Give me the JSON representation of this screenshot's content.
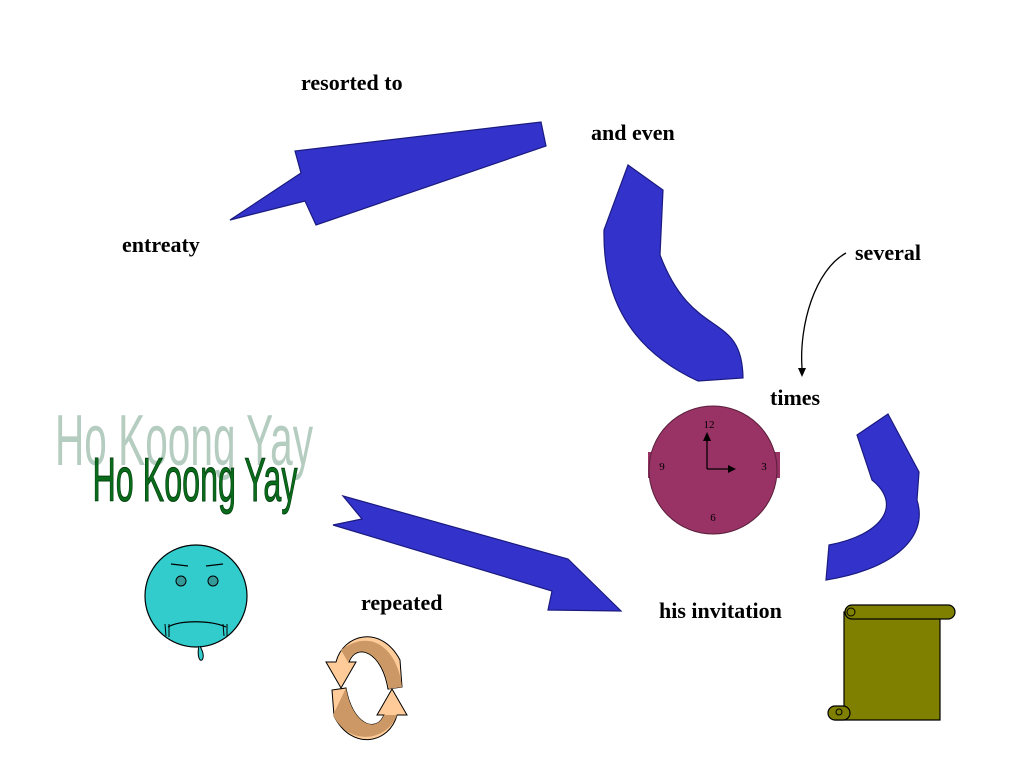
{
  "labels": {
    "resorted_to": "resorted to",
    "and_even": "and even",
    "entreaty": "entreaty",
    "several": "several",
    "times": "times",
    "repeated": "repeated",
    "his_invitation": "his invitation"
  },
  "title_wordart": {
    "shadow_text": "Ho Koong Yay",
    "main_text": "Ho Koong Yay"
  },
  "clock": {
    "numerals": {
      "twelve": "12",
      "three": "3",
      "six": "6",
      "nine": "9"
    }
  },
  "colors": {
    "arrow_blue": "#3333cc",
    "arrow_blue_dark": "#1a1a80",
    "clock_face": "#993366",
    "scroll": "#808000",
    "face": "#33cccc",
    "cycle_arrow_light": "#ffcc99",
    "cycle_arrow_dark": "#cc9966",
    "wordart_green": "#006600",
    "wordart_shadow": "#b5ccc0"
  },
  "icons": {
    "clock": "clock-icon",
    "scroll": "scroll-icon",
    "face": "sad-face-icon",
    "cycle": "cycle-arrows-icon"
  }
}
